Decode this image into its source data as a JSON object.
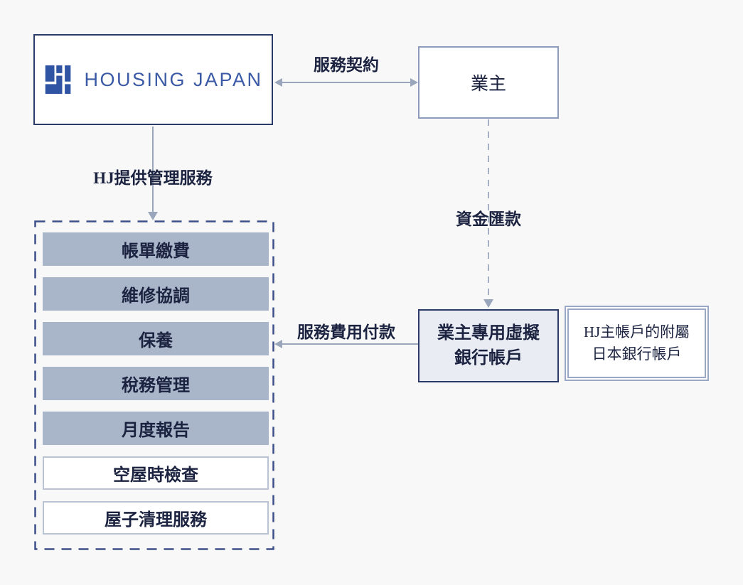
{
  "diagram": {
    "nodes": {
      "housing_japan": {
        "wordmark": "HOUSING JAPAN"
      },
      "owner": {
        "label": "業主"
      },
      "virtual_account": {
        "line1": "業主專用虛擬",
        "line2": "銀行帳戶"
      },
      "hj_bank_account": {
        "line1": "HJ主帳戶的附屬",
        "line2": "日本銀行帳戶"
      }
    },
    "edges": {
      "service_contract": {
        "label": "服務契約",
        "from": "housing_japan",
        "to": "owner",
        "style": "solid-double-arrow"
      },
      "hj_services": {
        "label": "HJ提供管理服務",
        "from": "housing_japan",
        "to": "services_group",
        "style": "solid-arrow-down"
      },
      "fund_remittance": {
        "label": "資金匯款",
        "from": "owner",
        "to": "virtual_account",
        "style": "dashed-arrow-down"
      },
      "service_fee": {
        "label": "服務費用付款",
        "from": "virtual_account",
        "to": "services_group",
        "style": "solid-arrow-left"
      }
    },
    "services": {
      "items": [
        {
          "label": "帳單繳費",
          "variant": "filled"
        },
        {
          "label": "維修協調",
          "variant": "filled"
        },
        {
          "label": "保養",
          "variant": "filled"
        },
        {
          "label": "稅務管理",
          "variant": "filled"
        },
        {
          "label": "月度報告",
          "variant": "filled"
        },
        {
          "label": "空屋時檢查",
          "variant": "outlined"
        },
        {
          "label": "屋子清理服務",
          "variant": "outlined"
        }
      ]
    },
    "colors": {
      "background": "#f8f8f8",
      "navy_border": "#2b3a67",
      "light_border": "#8c9cba",
      "double_border": "#9aa8c5",
      "dashed_group_border": "#3d4f87",
      "arrow": "#9aa6bc",
      "bar_fill": "#a9b5c8",
      "bar_outline_border": "#b9c3d3",
      "virtual_account_bg": "#e9ecf3",
      "text": "#1c2340",
      "logo_blue": "#2e54a3",
      "wordmark_blue": "#3a5aa5"
    }
  }
}
